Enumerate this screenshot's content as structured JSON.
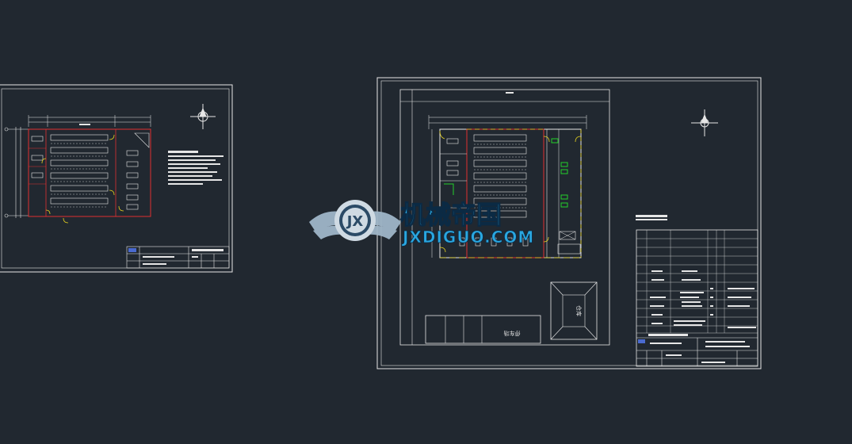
{
  "watermark": {
    "logo_letters": "JX",
    "title_cn": "机械帝国",
    "title_en": "JXDIGUO.COM"
  },
  "drawing_right": {
    "building_label": "仓库",
    "shed_label": "停车场"
  },
  "colors": {
    "background": "#212830",
    "linework": "#e6e6e6",
    "red": "#e03030",
    "yellow": "#e6d21e",
    "green": "#22d02a",
    "watermark_text": "#2aa7e0",
    "watermark_logo": "#9fb6c8"
  },
  "icons": [
    "north-arrow-icon",
    "gear-logo-icon",
    "wings-icon"
  ]
}
